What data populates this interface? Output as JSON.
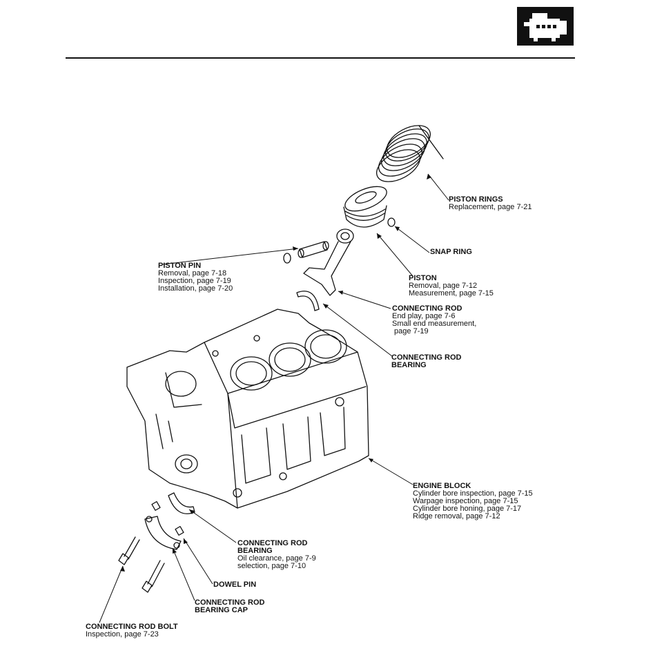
{
  "header": {
    "icon": "engine-icon"
  },
  "callouts": {
    "piston_rings": {
      "title": "PISTON RINGS",
      "lines": [
        "Replacement, page 7-21"
      ]
    },
    "snap_ring": {
      "title": "SNAP RING",
      "lines": []
    },
    "piston": {
      "title": "PISTON",
      "lines": [
        "Removal, page 7-12",
        "Measurement, page 7-15"
      ]
    },
    "piston_pin": {
      "title": "PISTON PIN",
      "lines": [
        "Removal, page 7-18",
        "Inspection, page 7-19",
        "Installation, page 7-20"
      ]
    },
    "connecting_rod": {
      "title": "CONNECTING ROD",
      "lines": [
        "End play, page 7-6",
        "Small end measurement,",
        " page 7-19"
      ]
    },
    "connecting_rod_bearing_upper": {
      "title_1": "CONNECTING ROD",
      "title_2": "BEARING",
      "lines": []
    },
    "engine_block": {
      "title": "ENGINE BLOCK",
      "lines": [
        "Cylinder bore inspection, page 7-15",
        "Warpage inspection, page 7-15",
        "Cylinder bore honing, page 7-17",
        "Ridge removal, page 7-12"
      ]
    },
    "connecting_rod_bearing_lower": {
      "title_1": "CONNECTING ROD",
      "title_2": "BEARING",
      "lines": [
        "Oil clearance, page 7-9",
        "selection, page 7-10"
      ]
    },
    "dowel_pin": {
      "title": "DOWEL PIN",
      "lines": []
    },
    "connecting_rod_bearing_cap": {
      "title_1": "CONNECTING ROD",
      "title_2": "BEARING CAP",
      "lines": []
    },
    "connecting_rod_bolt": {
      "title": "CONNECTING ROD BOLT",
      "lines": [
        "Inspection, page 7-23"
      ]
    }
  }
}
